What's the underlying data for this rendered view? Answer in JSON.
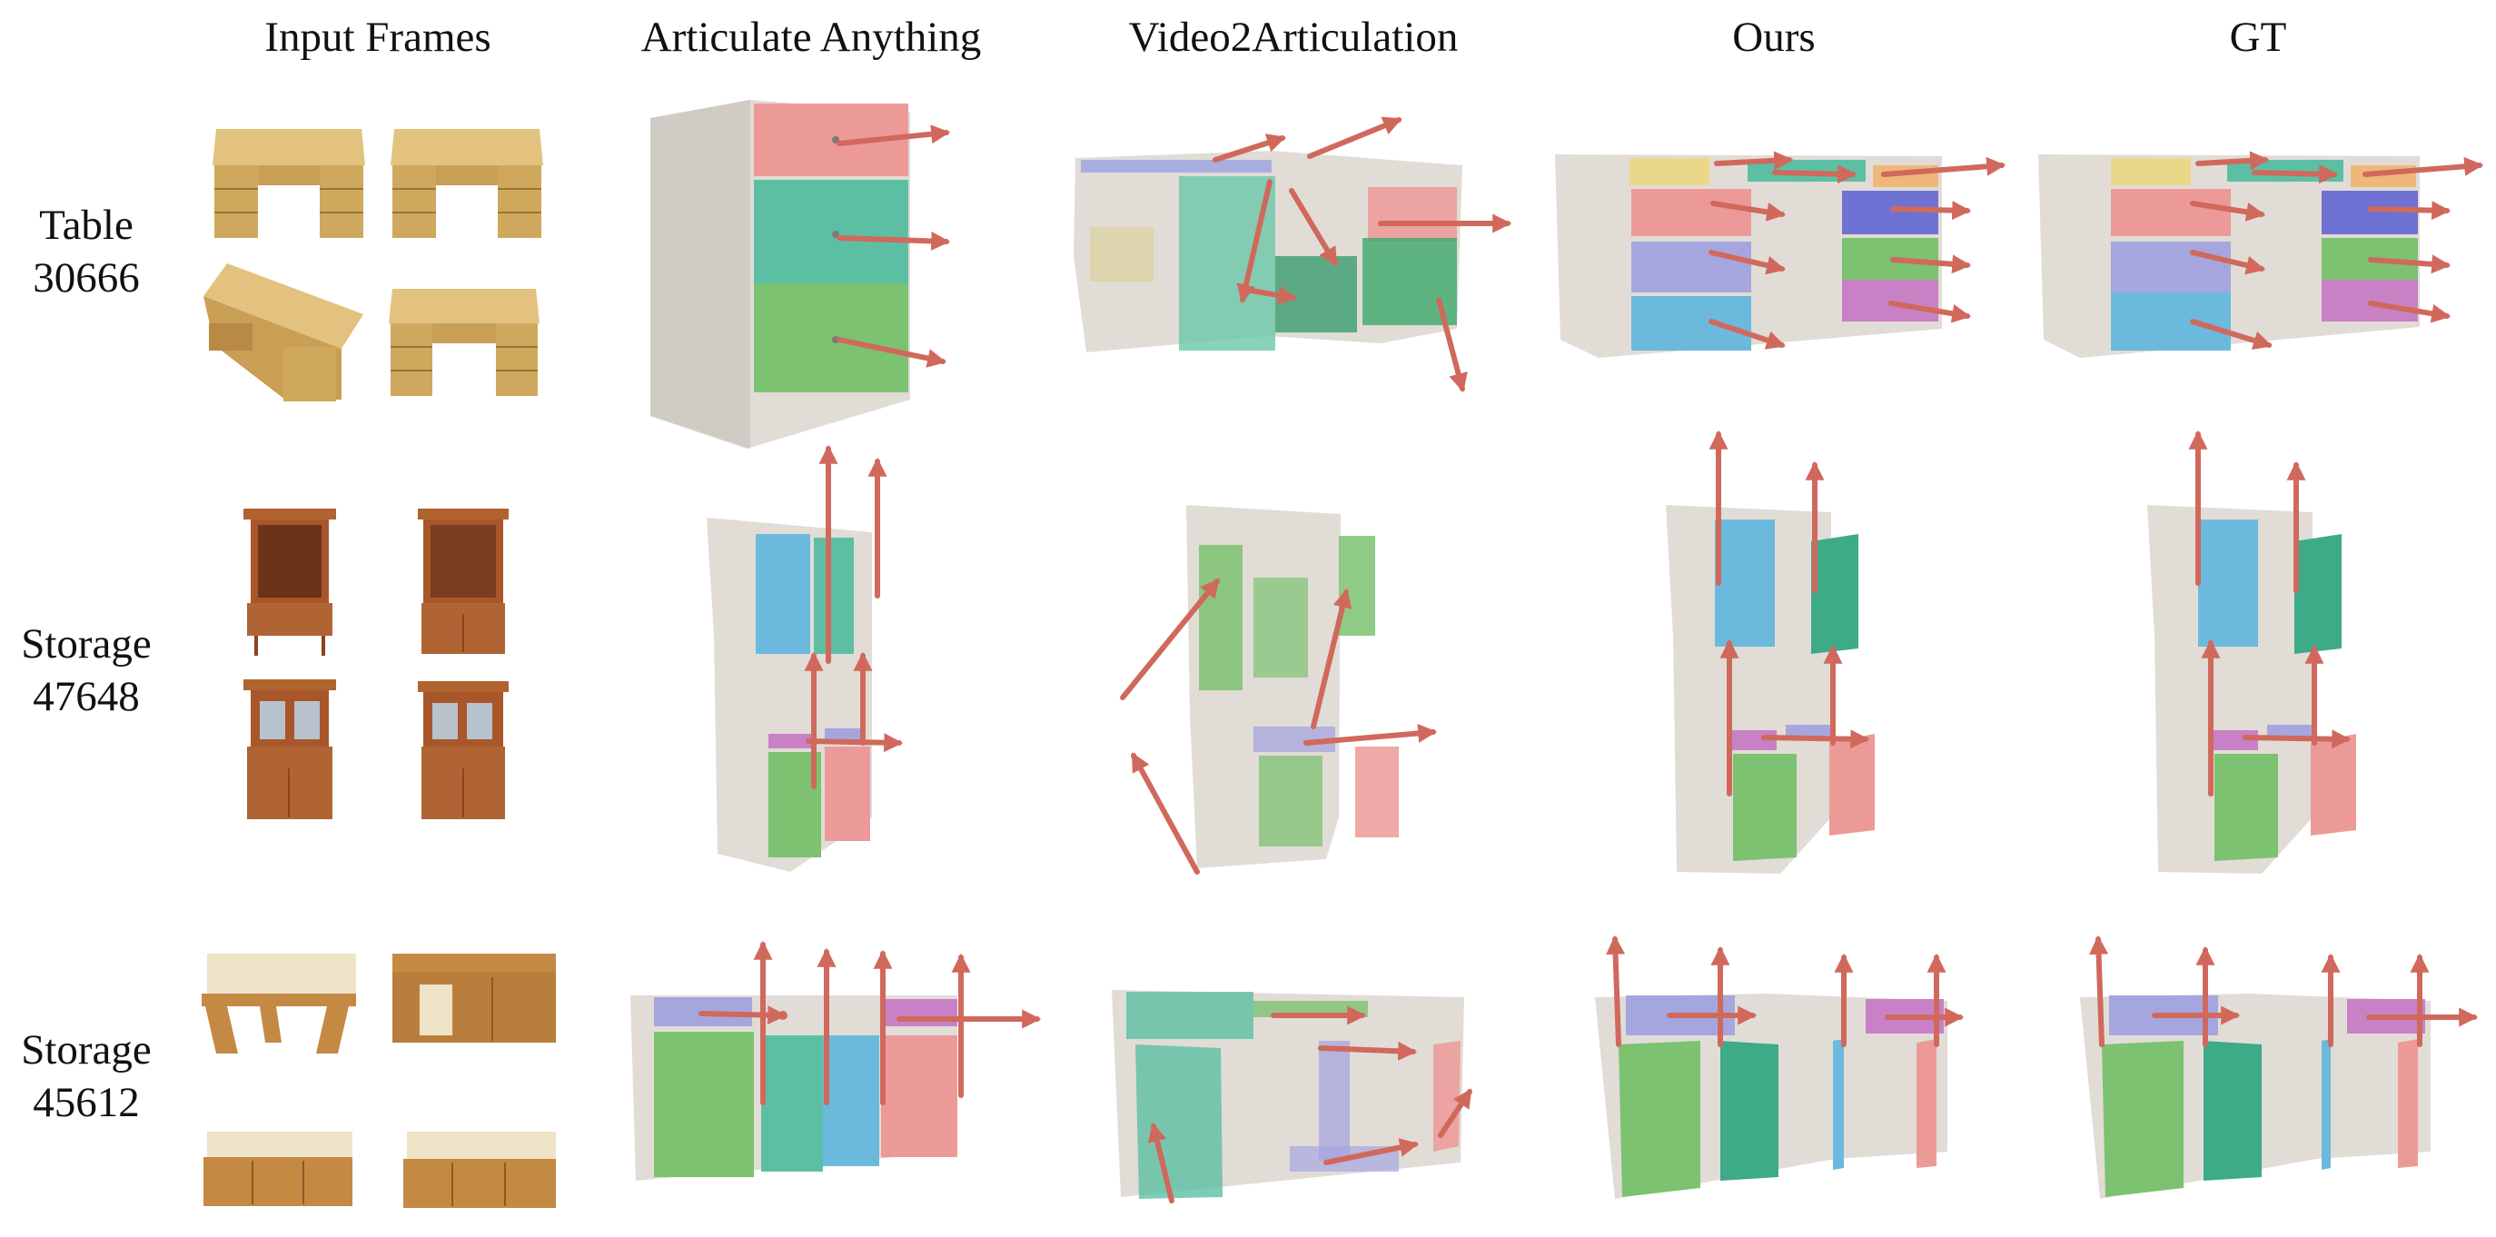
{
  "columns": {
    "input": "Input Frames",
    "aa": "Articulate Anything",
    "v2a": "Video2Articulation",
    "ours": "Ours",
    "gt": "GT"
  },
  "rows": [
    {
      "category": "Table",
      "id": "30666"
    },
    {
      "category": "Storage",
      "id": "47648"
    },
    {
      "category": "Storage",
      "id": "45612"
    }
  ],
  "colors": {
    "background": "#ffffff",
    "body": "#d9d4ce",
    "wood_light": "#d8b66e",
    "wood_dark": "#a8562a",
    "arrow": "#d0695c",
    "part_red": "#ec9a98",
    "part_teal": "#5cbfa3",
    "part_green": "#7cc270",
    "part_blue": "#6cb9de",
    "part_purple": "#a6a6df",
    "part_indigo": "#6e72d2",
    "part_yellow": "#ead888",
    "part_orange": "#eeb878",
    "part_magenta": "#c881c4"
  }
}
